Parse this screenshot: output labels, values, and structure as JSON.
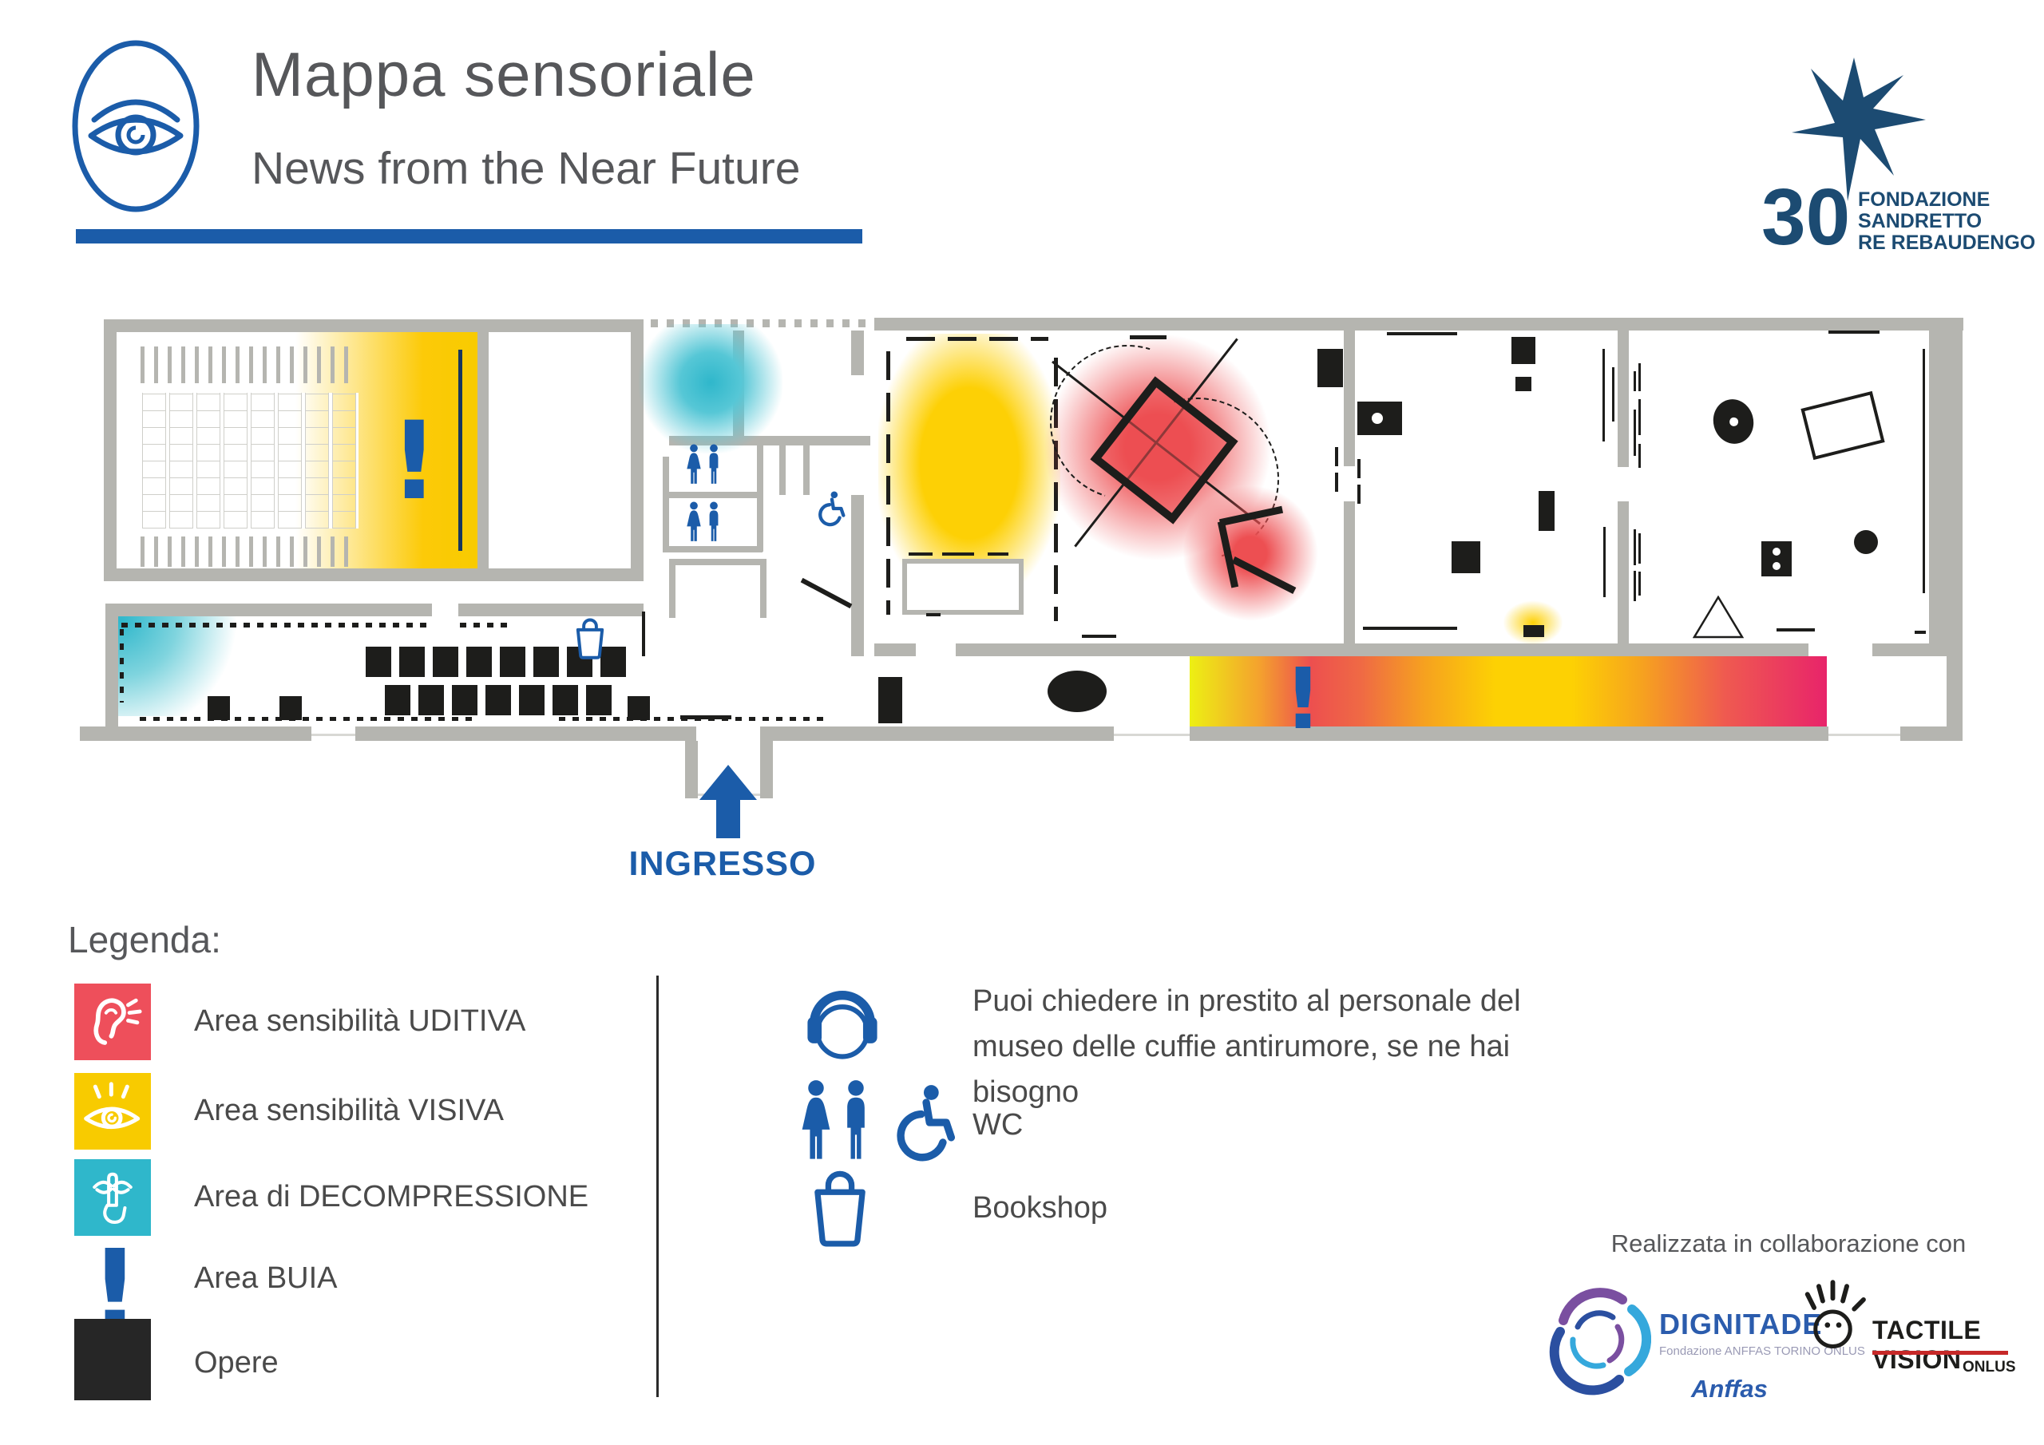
{
  "header": {
    "title": "Mappa sensoriale",
    "subtitle": "News from the Near Future"
  },
  "brand": {
    "number": "30",
    "lines": [
      "FONDAZIONE",
      "SANDRETTO",
      "RE REBAUDENGO"
    ]
  },
  "map": {
    "entrance_label": "INGRESSO"
  },
  "legend": {
    "heading": "Legenda:",
    "items": [
      {
        "icon": "ear-icon",
        "color": "#ee4f5b",
        "label": "Area sensibilità UDITIVA"
      },
      {
        "icon": "eye-icon",
        "color": "#f8cb00",
        "label": "Area sensibilità VISIVA"
      },
      {
        "icon": "touch-icon",
        "color": "#2fb7cb",
        "label": "Area di DECOMPRESSIONE"
      },
      {
        "icon": "exclamation-icon",
        "color": "#1b5ca9",
        "label": "Area BUIA"
      },
      {
        "icon": "artwork-square",
        "color": "#262626",
        "label": "Opere"
      }
    ]
  },
  "services": [
    {
      "icon": "headphones-icon",
      "label": "Puoi chiedere in prestito al personale del museo delle cuffie antirumore, se ne hai bisogno"
    },
    {
      "icon": "wc-icons",
      "label": "WC"
    },
    {
      "icon": "bookshop-bag-icon",
      "label": "Bookshop"
    }
  ],
  "credits": {
    "heading": "Realizzata in collaborazione con",
    "partners": [
      {
        "name": "DIGNITADE",
        "subtitle": "Fondazione ANFFAS TORINO ONLUS",
        "extra": "Anffas"
      },
      {
        "name": "TACTILE VISION",
        "subtitle": "ONLUS"
      }
    ]
  },
  "colors": {
    "blue": "#1b5ca9",
    "navy": "#1c4b72",
    "wall_gray": "#b5b5b0",
    "auditory_red": "#ee4f5b",
    "visual_yellow": "#f8cb00",
    "decompression_cyan": "#2fb7cb",
    "dark": "#262626",
    "gradient_pink": "#e8246a"
  }
}
